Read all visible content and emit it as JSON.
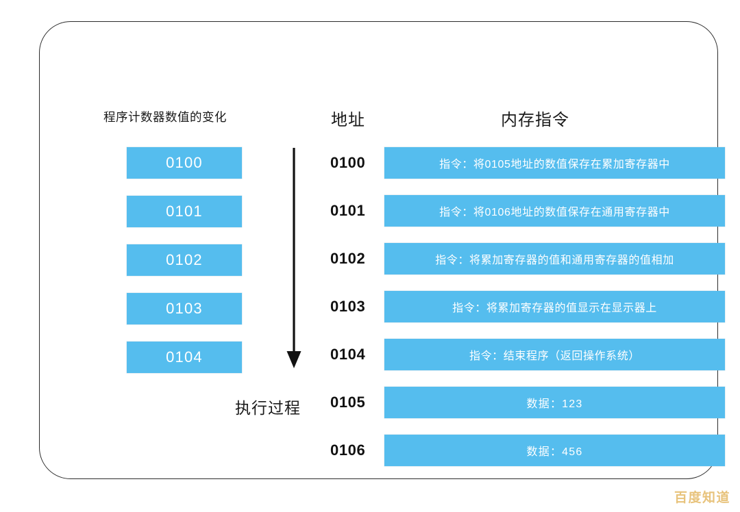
{
  "figure": {
    "watermark": "百度知道",
    "accent_color": "#55BDEE",
    "frame_border_color": "#2b2b2b",
    "text_on_accent_color": "#ffffff",
    "watermark_color": "#E8C37C"
  },
  "headings": {
    "program_counter": "程序计数器数值的变化",
    "address": "地址",
    "memory_instruction": "内存指令"
  },
  "execution": {
    "label": "执行过程",
    "arrow_icon": "down-arrow-icon",
    "direction": "down"
  },
  "program_counter_values": [
    {
      "value": "0100"
    },
    {
      "value": "0101"
    },
    {
      "value": "0102"
    },
    {
      "value": "0103"
    },
    {
      "value": "0104"
    }
  ],
  "memory_rows": [
    {
      "address": "0100",
      "content": "指令：将0105地址的数值保存在累加寄存器中",
      "kind": "instruction"
    },
    {
      "address": "0101",
      "content": "指令：将0106地址的数值保存在通用寄存器中",
      "kind": "instruction"
    },
    {
      "address": "0102",
      "content": "指令：将累加寄存器的值和通用寄存器的值相加",
      "kind": "instruction"
    },
    {
      "address": "0103",
      "content": "指令：将累加寄存器的值显示在显示器上",
      "kind": "instruction"
    },
    {
      "address": "0104",
      "content": "指令：结束程序（返回操作系统）",
      "kind": "instruction"
    },
    {
      "address": "0105",
      "content": "数据：123",
      "kind": "data"
    },
    {
      "address": "0106",
      "content": "数据：456",
      "kind": "data"
    }
  ]
}
